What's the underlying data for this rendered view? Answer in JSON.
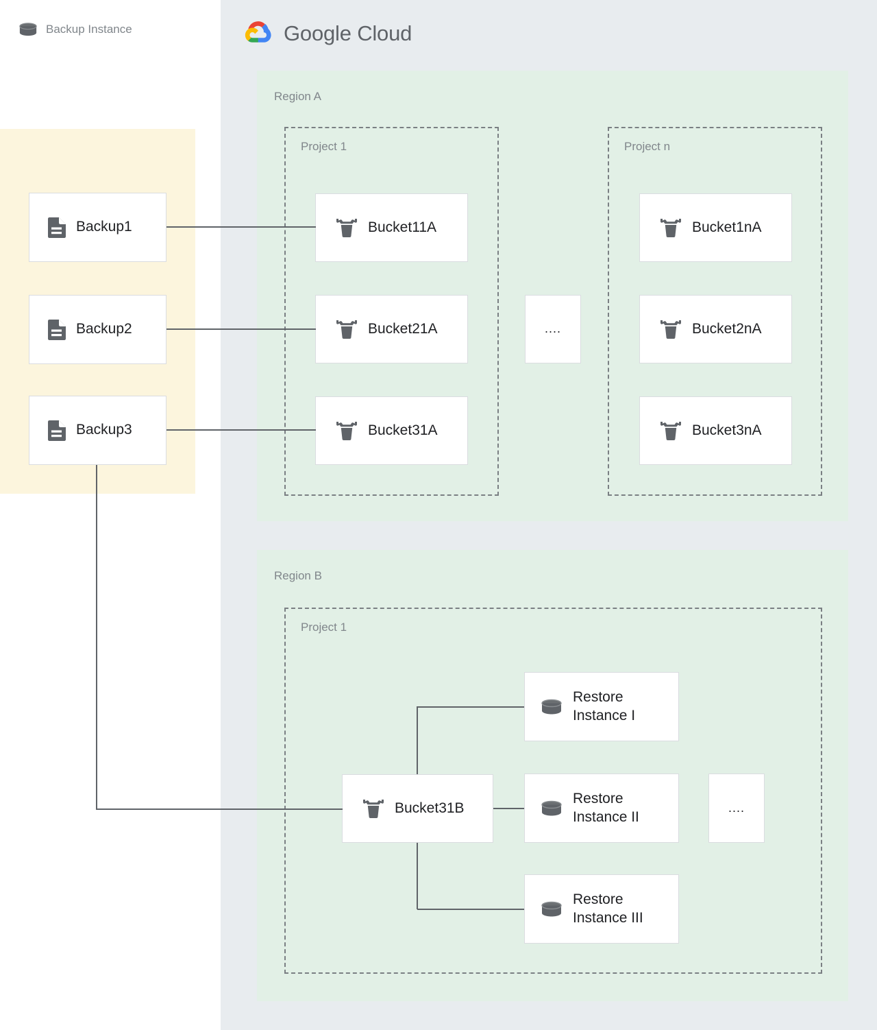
{
  "brand": {
    "name": "Google Cloud",
    "word1": "Google",
    "word2": "Cloud",
    "logo_icon": "google-cloud-logo-icon",
    "colors": {
      "red": "#EA4335",
      "yellow": "#FBBC05",
      "green": "#34A853",
      "blue": "#4285F4",
      "panel_bg": "#e8ecef",
      "region_bg": "#e2f0e6",
      "backup_panel_bg": "#fcf5dd",
      "node_bg": "#ffffff",
      "node_border": "#dadce0",
      "icon_gray": "#5f6368",
      "label_gray": "#80868b",
      "connector": "#5f6368"
    }
  },
  "backup_panel": {
    "title": "Backup Instance",
    "icon": "database-cylinder-icon",
    "items": [
      {
        "label": "Backup1",
        "icon": "document-icon"
      },
      {
        "label": "Backup2",
        "icon": "document-icon"
      },
      {
        "label": "Backup3",
        "icon": "document-icon"
      }
    ]
  },
  "regions": [
    {
      "label": "Region A",
      "projects": [
        {
          "label": "Project 1",
          "items": [
            {
              "label": "Bucket11A",
              "icon": "storage-bucket-icon"
            },
            {
              "label": "Bucket21A",
              "icon": "storage-bucket-icon"
            },
            {
              "label": "Bucket31A",
              "icon": "storage-bucket-icon"
            }
          ]
        },
        {
          "label": "Project n",
          "items": [
            {
              "label": "Bucket1nA",
              "icon": "storage-bucket-icon"
            },
            {
              "label": "Bucket2nA",
              "icon": "storage-bucket-icon"
            },
            {
              "label": "Bucket3nA",
              "icon": "storage-bucket-icon"
            }
          ]
        }
      ],
      "ellipsis": "...."
    },
    {
      "label": "Region B",
      "projects": [
        {
          "label": "Project 1",
          "items": [
            {
              "label": "Bucket31B",
              "icon": "storage-bucket-icon"
            },
            {
              "label": "Restore\nInstance I",
              "icon": "database-cylinder-icon"
            },
            {
              "label": "Restore\nInstance II",
              "icon": "database-cylinder-icon"
            },
            {
              "label": "Restore\nInstance III",
              "icon": "database-cylinder-icon"
            }
          ]
        }
      ],
      "ellipsis": "...."
    }
  ],
  "connections": [
    {
      "from": "Backup1",
      "to": "Bucket11A"
    },
    {
      "from": "Backup2",
      "to": "Bucket21A"
    },
    {
      "from": "Backup3",
      "to": "Bucket31A"
    },
    {
      "from": "Backup3",
      "to": "Bucket31B"
    },
    {
      "from": "Bucket31B",
      "to": "Restore Instance I"
    },
    {
      "from": "Bucket31B",
      "to": "Restore Instance II"
    },
    {
      "from": "Bucket31B",
      "to": "Restore Instance III"
    }
  ]
}
